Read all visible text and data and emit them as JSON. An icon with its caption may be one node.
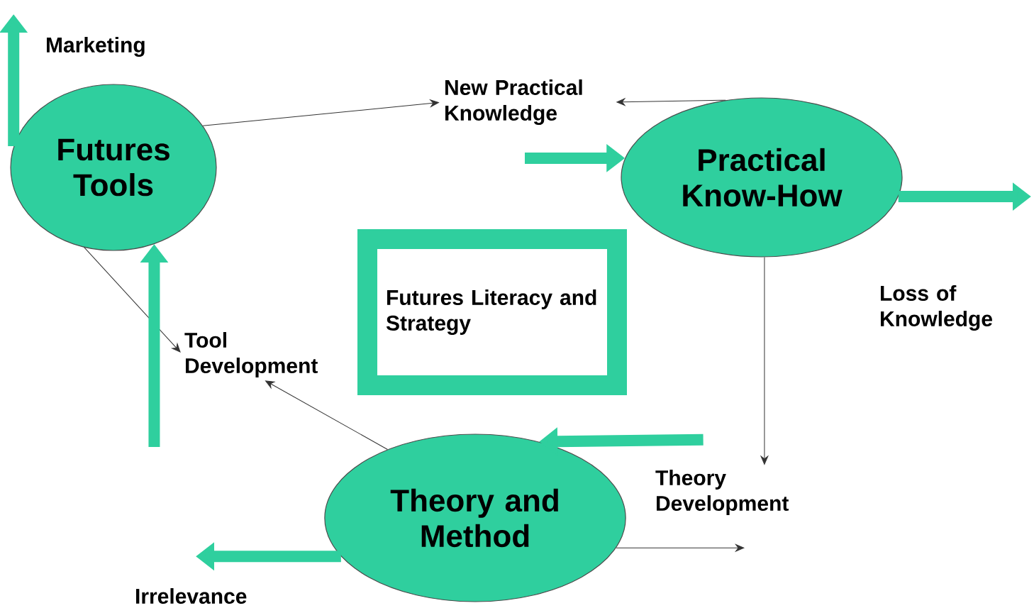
{
  "diagram": {
    "nodes": [
      {
        "text": [
          "Futures Tools"
        ]
      },
      {
        "text": [
          "New Practical Knowledge"
        ]
      },
      {
        "text": [
          "Practical Know-How"
        ]
      },
      {
        "text": [
          "Futures Literacy and Strategy"
        ]
      },
      {
        "text": [
          "Tool Development"
        ]
      },
      {
        "text": [
          "Theory and Method"
        ]
      },
      {
        "text": [
          "Theory Development"
        ]
      }
    ],
    "edges": [
      {
        "from": 0,
        "to": null,
        "arrow": "to",
        "style": "thick",
        "color": "#2fcf9e"
      },
      {
        "from": 0,
        "to": 1,
        "arrow": "to",
        "color": "#333333"
      },
      {
        "from": 2,
        "to": 1,
        "arrow": "to",
        "color": "#333333"
      },
      {
        "from": null,
        "to": 2,
        "arrow": "to",
        "style": "thick",
        "color": "#2fcf9e"
      },
      {
        "from": 2,
        "to": null,
        "arrow": "to",
        "style": "thick",
        "color": "#2fcf9e"
      },
      {
        "from": 0,
        "to": 4,
        "arrow": "to",
        "color": "#333333"
      },
      {
        "from": null,
        "to": 0,
        "arrow": "to",
        "style": "thick",
        "color": "#2fcf9e"
      },
      {
        "from": 5,
        "to": 4,
        "arrow": "to",
        "color": "#333333"
      },
      {
        "from": 2,
        "to": 6,
        "arrow": "to",
        "color": "#333333"
      },
      {
        "from": 6,
        "to": 5,
        "arrow": "to",
        "style": "thick",
        "color": "#2fcf9e"
      },
      {
        "from": 5,
        "to": 6,
        "arrow": "to",
        "color": "#333333"
      },
      {
        "from": 5,
        "to": null,
        "arrow": "to",
        "style": "thick",
        "color": "#2fcf9e"
      }
    ],
    "labels": [
      "Marketing",
      "Loss of Knowledge",
      "Irrelevance"
    ]
  }
}
